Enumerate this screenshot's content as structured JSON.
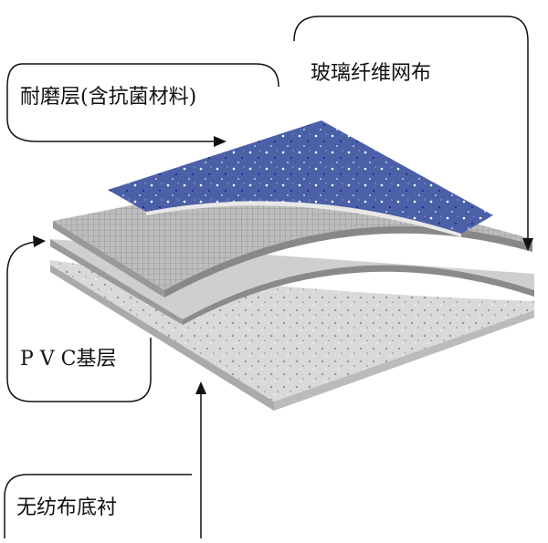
{
  "labels": {
    "wear_layer": "耐磨层(含抗菌材料)",
    "glass_fiber": "玻璃纤维网布",
    "pvc_base": "P V C基层",
    "nonwoven": "无纺布底衬"
  },
  "colors": {
    "wear_layer": "#4a5fa8",
    "glass_fiber": "#b8b8b8",
    "pvc": "#c9c9c9",
    "nonwoven": "#d8d8d8"
  }
}
